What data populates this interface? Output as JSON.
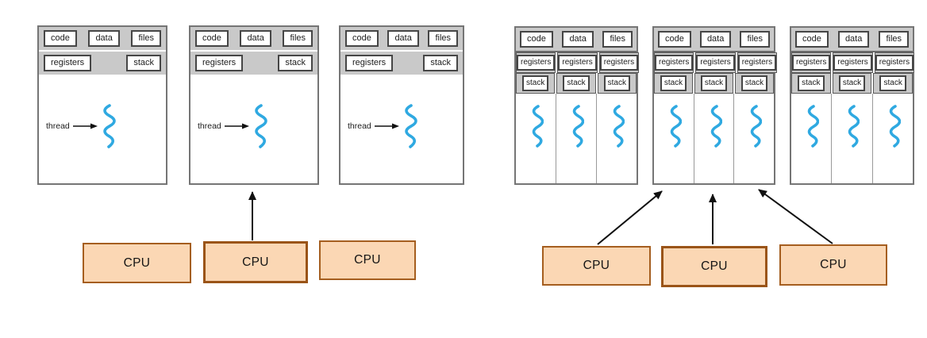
{
  "labels": {
    "code": "code",
    "data": "data",
    "files": "files",
    "registers": "registers",
    "stack": "stack",
    "thread": "thread",
    "cpu": "CPU"
  },
  "colors": {
    "header_gray": "#c9c9c9",
    "small_box_border": "#464646",
    "process_border": "#757575",
    "thread_blue": "#2fa9e1",
    "cpu_fill": "#fbd7b4",
    "cpu_border": "#a55e1f",
    "arrow": "#111111"
  }
}
